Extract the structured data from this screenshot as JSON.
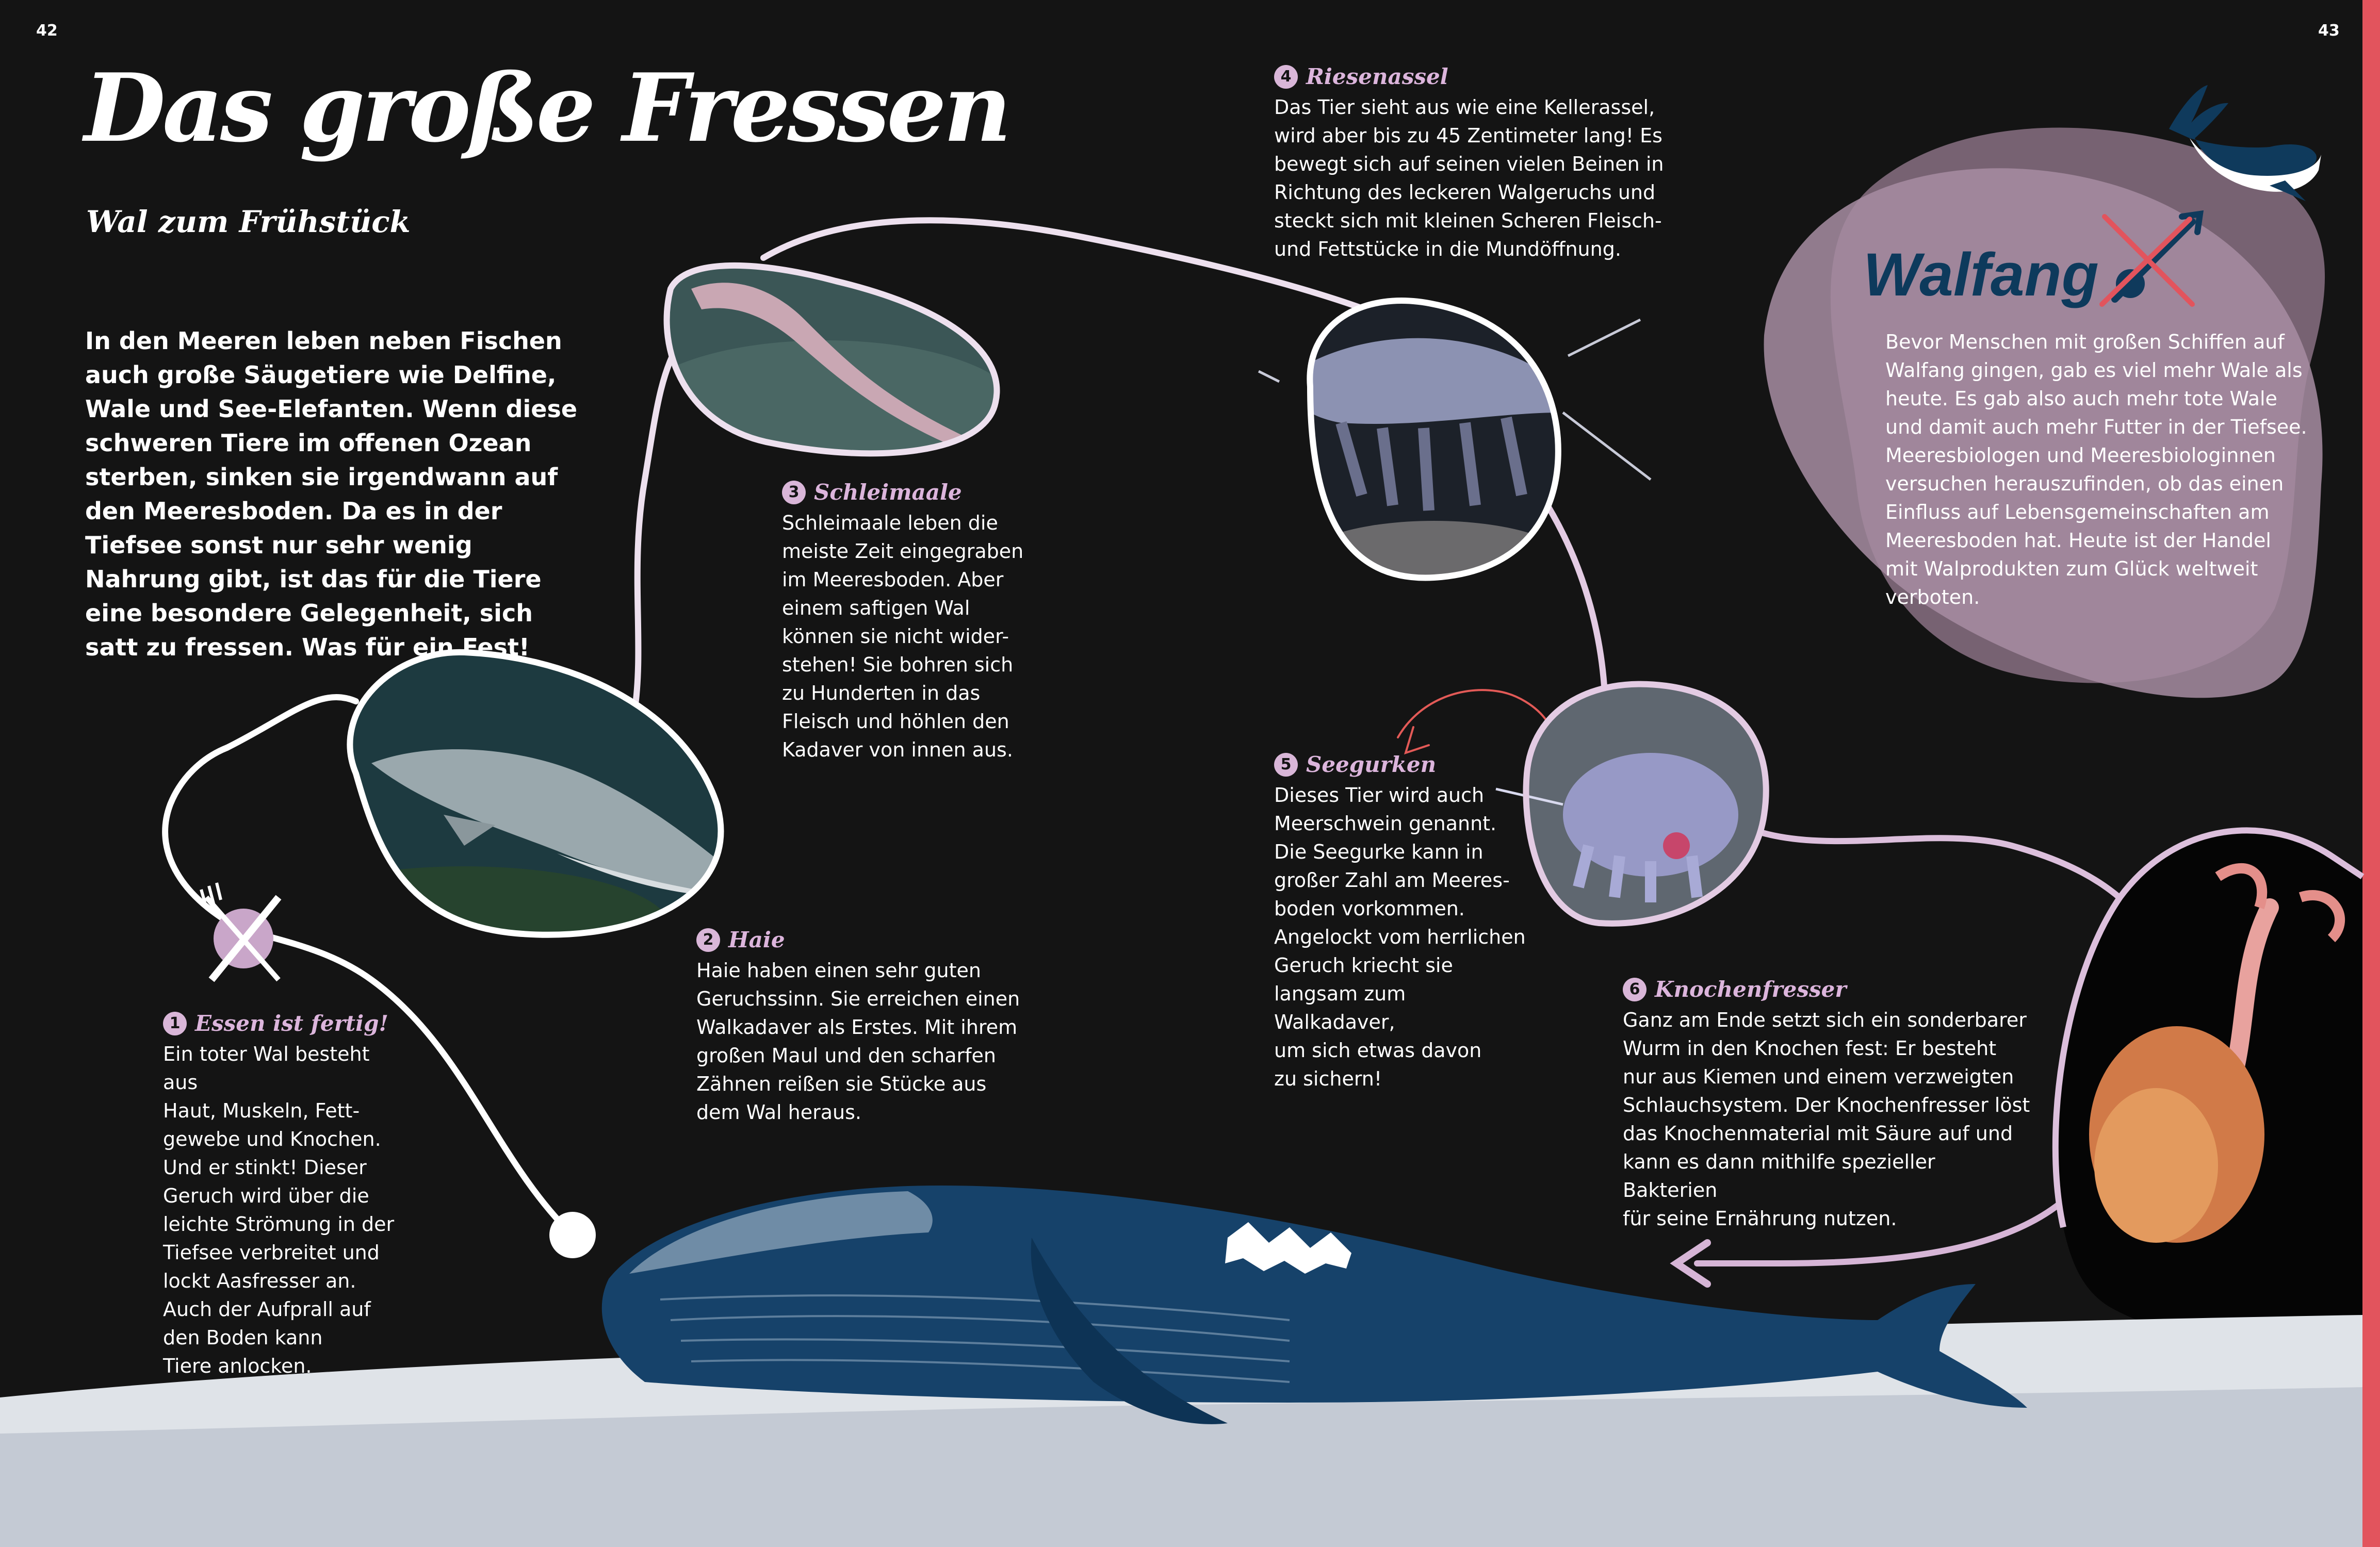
{
  "page_numbers": {
    "left": "42",
    "right": "43"
  },
  "title": "Das große Fressen",
  "subtitle": "Wal zum Frühstück",
  "intro": "In den Meeren leben neben Fischen auch große Säugetiere wie Delfine, Wale und See-Elefanten. Wenn diese schweren Tiere im offenen Ozean sterben, sinken sie irgendwann auf den Meeresboden. Da es in der Tiefsee sonst nur sehr wenig Nahrung gibt, ist das für die Tiere eine besondere Gelegenheit, sich satt zu fressen. Was für ein Fest!",
  "steps": [
    {
      "number": "1",
      "title": "Essen ist fertig!",
      "text": "Ein toter Wal besteht aus\nHaut, Muskeln, Fett-\ngewebe und Knochen.\nUnd er stinkt! Dieser\nGeruch wird über die\nleichte Strömung in der\nTiefsee verbreitet und\nlockt Aasfresser an.\nAuch der Aufprall auf\nden Boden kann\nTiere anlocken."
    },
    {
      "number": "2",
      "title": "Haie",
      "text": "Haie haben einen sehr guten\nGeruchssinn. Sie erreichen einen\nWalkadaver als Erstes. Mit ihrem\ngroßen Maul und den scharfen\nZähnen reißen sie Stücke aus\ndem Wal heraus."
    },
    {
      "number": "3",
      "title": "Schleimaale",
      "text": "Schleimaale leben die\nmeiste Zeit eingegraben\nim Meeresboden. Aber\neinem saftigen Wal\nkönnen sie nicht wider-\nstehen! Sie bohren sich\nzu Hunderten in das\nFleisch und höhlen den\nKadaver von innen aus."
    },
    {
      "number": "4",
      "title": "Riesenassel",
      "text": "Das Tier sieht aus wie eine Kellerassel,\nwird aber bis zu 45 Zentimeter lang! Es\nbewegt sich auf seinen vielen Beinen in\nRichtung des leckeren Walgeruchs und\nsteckt sich mit kleinen Scheren Fleisch-\nund Fettstücke in die Mundöffnung."
    },
    {
      "number": "5",
      "title": "Seegurken",
      "text": "Dieses Tier wird auch\nMeerschwein genannt.\nDie Seegurke kann in\ngroßer Zahl am Meeres-\nboden vorkommen.\nAngelockt vom herrlichen\nGeruch kriecht sie\nlangsam zum Walkadaver,\num sich etwas davon\nzu sichern!"
    },
    {
      "number": "6",
      "title": "Knochenfresser",
      "text": "Ganz am Ende setzt sich ein sonderbarer\nWurm in den Knochen fest: Er besteht\nnur aus Kiemen und einem verzweigten\nSchlauchsystem. Der Knochenfresser löst\ndas Knochenmaterial mit Säure auf und\nkann es dann mithilfe spezieller Bakterien\nfür seine Ernährung nutzen."
    }
  ],
  "walfang": {
    "title": "Walfang",
    "text": "Bevor Menschen mit großen Schiffen auf Walfang gingen, gab es viel mehr Wale als heute. Es gab also auch mehr tote Wale und damit auch mehr Futter in der Tiefsee. Meeresbiologen und Meeresbiologinnen versuchen herauszufinden, ob das einen Einfluss auf Lebensgemeinschaften am Meeresboden hat. Heute ist der Handel mit Walprodukten zum Glück weltweit verboten."
  },
  "colors": {
    "background": "#141414",
    "accent_pink": "#dcb5dc",
    "whale_blue": "#16426a",
    "walfang_title": "#0d3a5c",
    "edge_red": "#e2545d"
  },
  "icons": [
    "fork-knife-icon",
    "whale-icon",
    "no-harpoon-icon",
    "arrow-icon"
  ]
}
